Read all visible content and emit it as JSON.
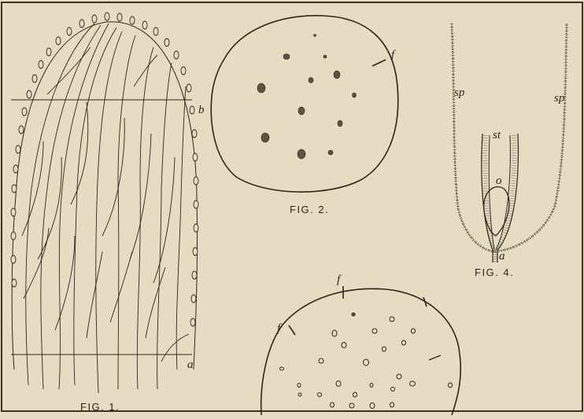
{
  "colors": {
    "paper": "#e6dcc1",
    "ink": "#2a2620",
    "frame": "#3a342a"
  },
  "figures": {
    "fig1": {
      "caption": "FIG. 1.",
      "labels": {
        "b": "b",
        "a": "a"
      }
    },
    "fig2": {
      "caption": "FIG. 2.",
      "labels": {
        "f": "f"
      }
    },
    "fig3": {
      "labels": {
        "f_top": "f",
        "f_left": "f"
      }
    },
    "fig4": {
      "caption": "FIG. 4.",
      "labels": {
        "sp_left": "sp",
        "sp_right": "sp",
        "st": "st",
        "o": "o",
        "a": "a"
      }
    }
  }
}
